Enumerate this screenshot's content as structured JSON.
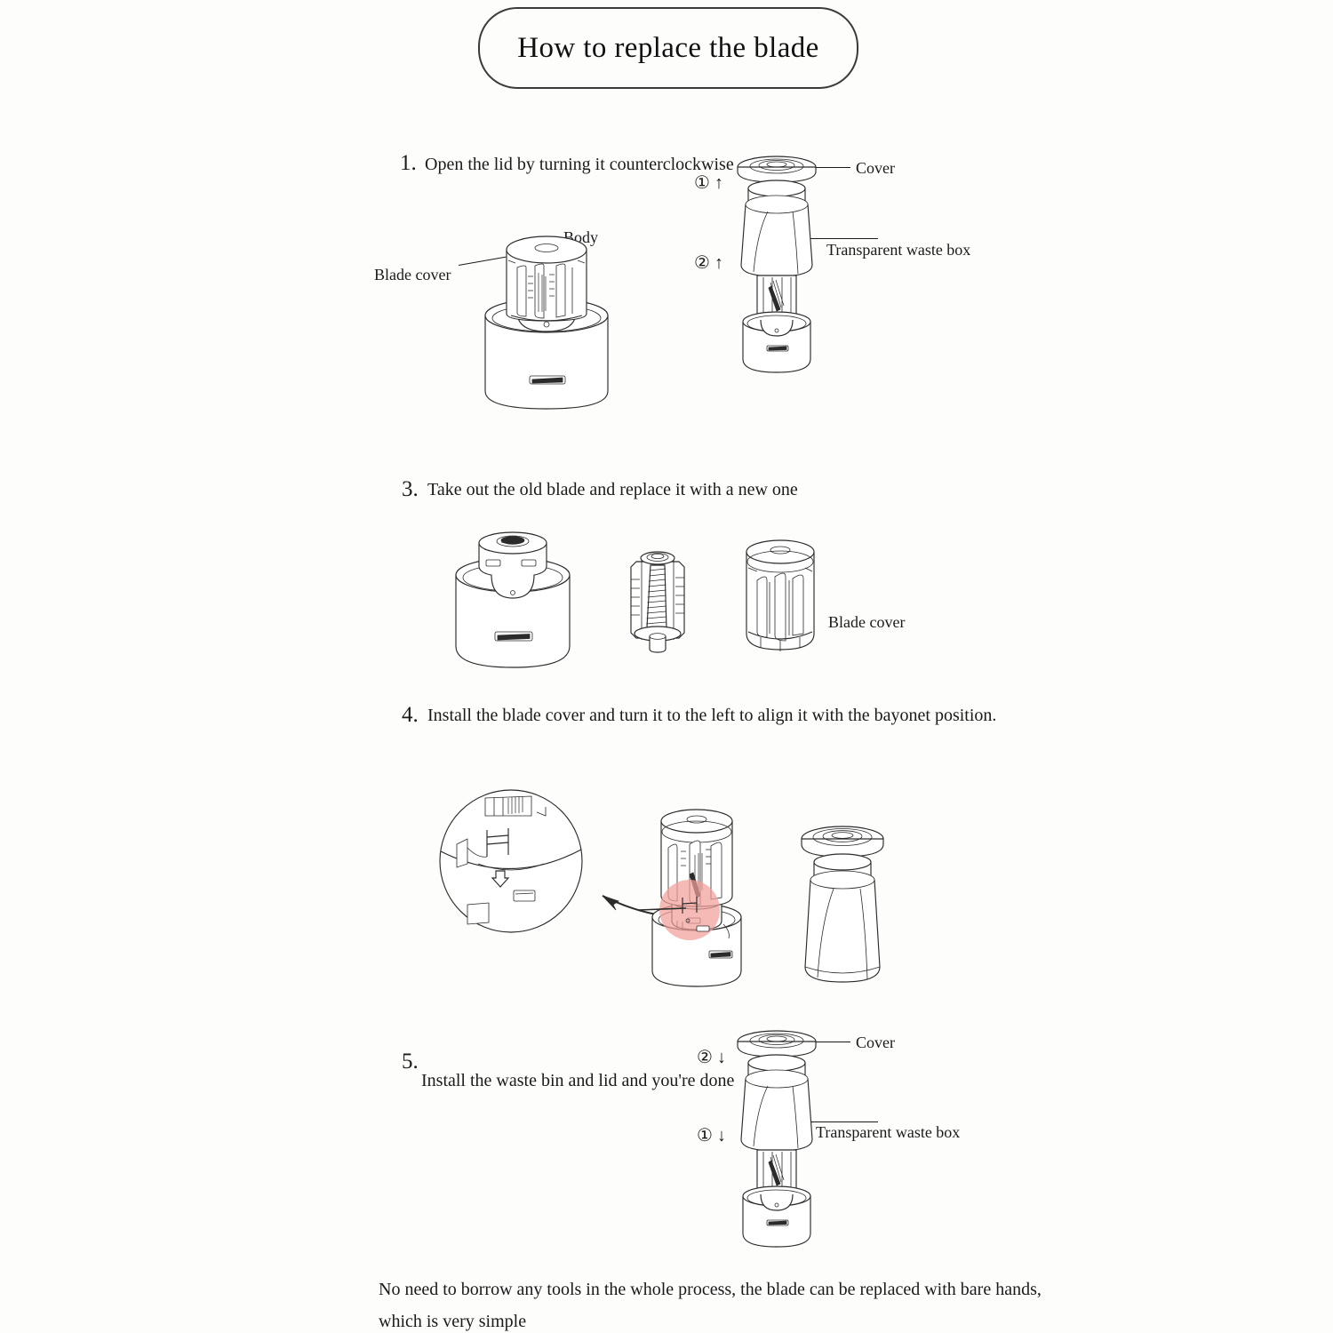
{
  "title": {
    "text": "How to replace the blade"
  },
  "steps": [
    {
      "number": "1.",
      "text": "Open the lid by turning it counterclockwise",
      "sequence": [
        {
          "marker": "①",
          "arrow": "↑"
        },
        {
          "marker": "②",
          "arrow": "↑"
        }
      ],
      "labels": [
        {
          "name": "cover",
          "text": "Cover"
        },
        {
          "name": "transparent-waste-box",
          "text": "Transparent waste box"
        },
        {
          "name": "blade-cover",
          "text": "Blade cover"
        },
        {
          "name": "body",
          "text": "Body"
        }
      ]
    },
    {
      "number": "3.",
      "text": "Take out the old blade and replace it with a new one",
      "labels": [
        {
          "name": "blade-cover",
          "text": "Blade cover"
        }
      ]
    },
    {
      "number": "4.",
      "text": "Install the blade cover and turn it to the left to align it with the bayonet position.",
      "labels": []
    },
    {
      "number": "5.",
      "text": "Install the waste bin and lid and you're done",
      "sequence": [
        {
          "marker": "②",
          "arrow": "↓"
        },
        {
          "marker": "①",
          "arrow": "↓"
        }
      ],
      "labels": [
        {
          "name": "cover",
          "text": "Cover"
        },
        {
          "name": "transparent-waste-box",
          "text": "Transparent waste box"
        }
      ]
    }
  ],
  "footer": {
    "line1": "No need to borrow any tools in the whole process, the blade can be replaced with bare hands,",
    "line2": "which is very simple"
  },
  "colors": {
    "highlight": "#f2a09a",
    "stroke": "#2b2b2b",
    "background": "#fdfdfc",
    "title_border": "#3a3a3a"
  }
}
